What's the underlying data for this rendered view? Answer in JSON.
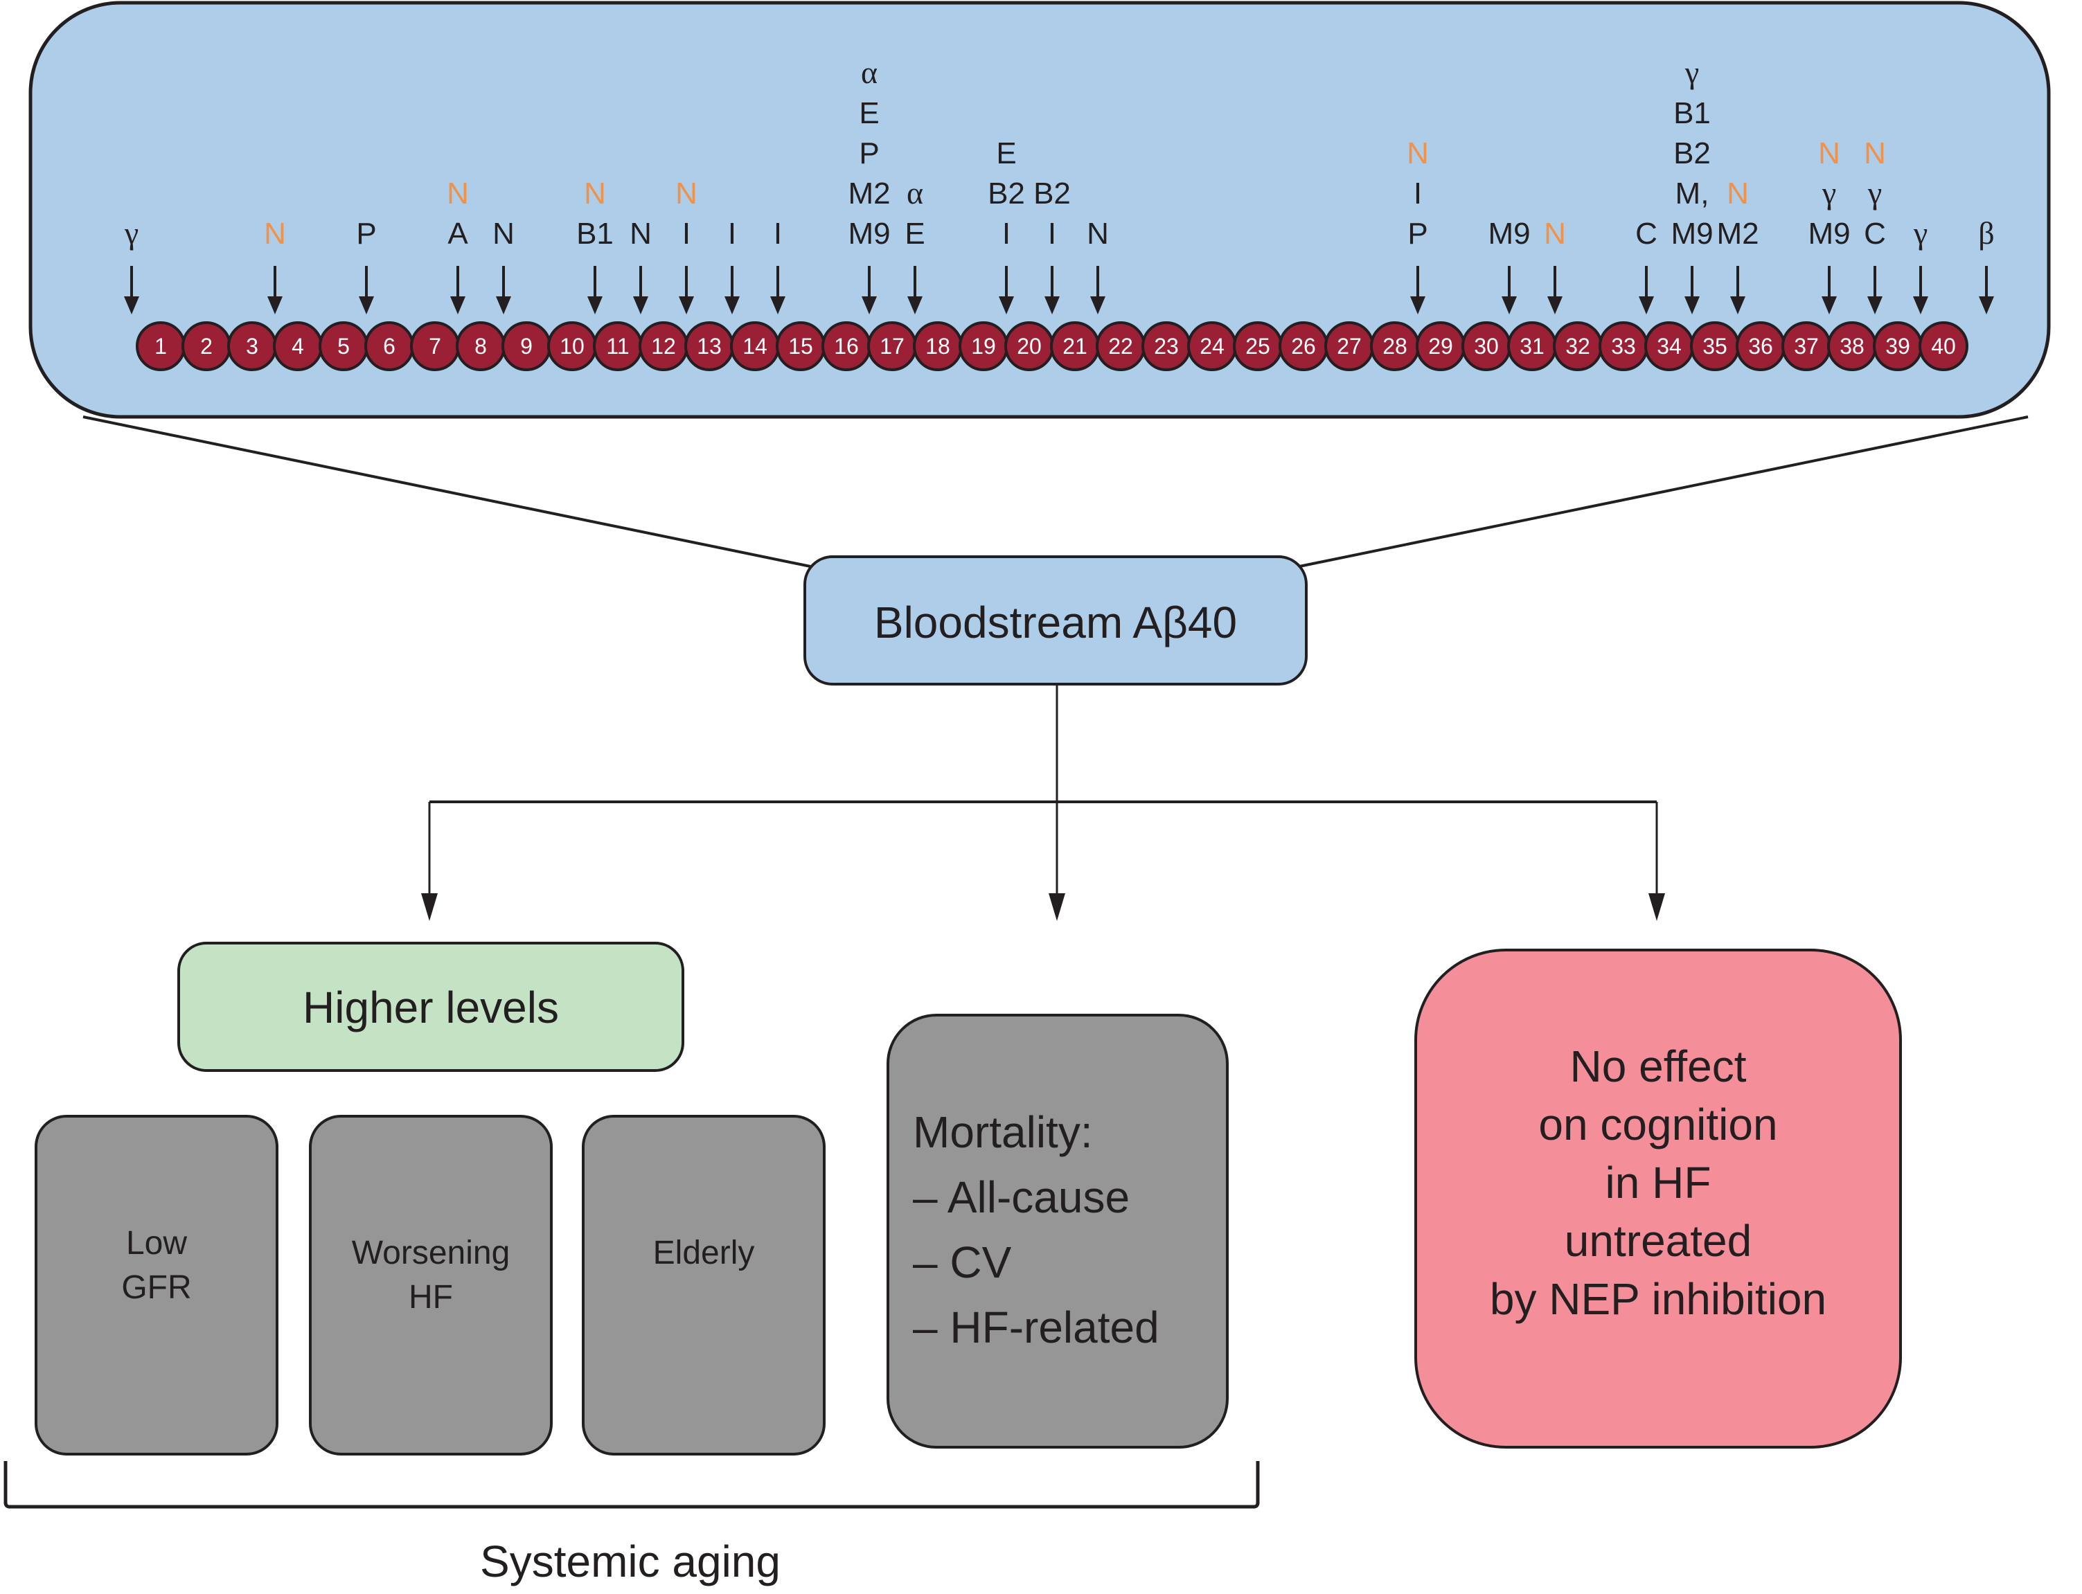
{
  "colors": {
    "panel_fill": "#aecde9",
    "residue_fill": "#9b1f35",
    "protease_orange": "#f0924a",
    "higher_levels_fill": "#c4e2c4",
    "grey_box_fill": "#969696",
    "no_effect_fill": "#f48f99"
  },
  "peptide": {
    "residue_count": 40,
    "residues": [
      "1",
      "2",
      "3",
      "4",
      "5",
      "6",
      "7",
      "8",
      "9",
      "10",
      "11",
      "12",
      "13",
      "14",
      "15",
      "16",
      "17",
      "18",
      "19",
      "20",
      "21",
      "22",
      "23",
      "24",
      "25",
      "26",
      "27",
      "28",
      "29",
      "30",
      "31",
      "32",
      "33",
      "34",
      "35",
      "36",
      "37",
      "38",
      "39",
      "40"
    ],
    "cleavage_sites": [
      {
        "after_residue": 0,
        "labels": [
          {
            "t": "γ",
            "c": "black"
          }
        ]
      },
      {
        "after_residue": 3,
        "labels": [
          {
            "t": "N",
            "c": "orange"
          }
        ]
      },
      {
        "after_residue": 5,
        "labels": [
          {
            "t": "P",
            "c": "black"
          }
        ]
      },
      {
        "after_residue": 7,
        "labels": [
          {
            "t": "N",
            "c": "orange"
          },
          {
            "t": "A",
            "c": "black"
          }
        ]
      },
      {
        "after_residue": 8,
        "labels": [
          {
            "t": "N",
            "c": "black"
          }
        ]
      },
      {
        "after_residue": 10,
        "labels": [
          {
            "t": "N",
            "c": "orange"
          },
          {
            "t": "B1",
            "c": "black"
          }
        ]
      },
      {
        "after_residue": 11,
        "labels": [
          {
            "t": "N",
            "c": "black"
          }
        ]
      },
      {
        "after_residue": 12,
        "labels": [
          {
            "t": "N",
            "c": "orange"
          },
          {
            "t": "I",
            "c": "black"
          }
        ]
      },
      {
        "after_residue": 13,
        "labels": [
          {
            "t": "I",
            "c": "black"
          }
        ]
      },
      {
        "after_residue": 14,
        "labels": [
          {
            "t": "I",
            "c": "black"
          }
        ]
      },
      {
        "after_residue": 16,
        "labels": [
          {
            "t": "α",
            "c": "black"
          },
          {
            "t": "E",
            "c": "black"
          },
          {
            "t": "P",
            "c": "black"
          },
          {
            "t": "M2",
            "c": "black"
          },
          {
            "t": "M9",
            "c": "black"
          }
        ]
      },
      {
        "after_residue": 17,
        "labels": [
          {
            "t": "α",
            "c": "black"
          },
          {
            "t": "E",
            "c": "black"
          }
        ]
      },
      {
        "after_residue": 19,
        "labels": [
          {
            "t": "E",
            "c": "black"
          },
          {
            "t": "B2",
            "c": "black"
          },
          {
            "t": "I",
            "c": "black"
          }
        ]
      },
      {
        "after_residue": 20,
        "labels": [
          {
            "t": "B2",
            "c": "black"
          },
          {
            "t": "I",
            "c": "black"
          }
        ]
      },
      {
        "after_residue": 21,
        "labels": [
          {
            "t": "N",
            "c": "black"
          }
        ]
      },
      {
        "after_residue": 28,
        "labels": [
          {
            "t": "N",
            "c": "orange"
          },
          {
            "t": "I",
            "c": "black"
          },
          {
            "t": "P",
            "c": "black"
          }
        ]
      },
      {
        "after_residue": 30,
        "labels": [
          {
            "t": "M9",
            "c": "black"
          }
        ]
      },
      {
        "after_residue": 31,
        "labels": [
          {
            "t": "N",
            "c": "orange"
          }
        ]
      },
      {
        "after_residue": 33,
        "labels": [
          {
            "t": "C",
            "c": "black"
          }
        ]
      },
      {
        "after_residue": 34,
        "labels": [
          {
            "t": "γ",
            "c": "black"
          },
          {
            "t": "B1",
            "c": "black"
          },
          {
            "t": "B2",
            "c": "black"
          },
          {
            "t": "M,",
            "c": "black"
          },
          {
            "t": "M9",
            "c": "black"
          }
        ]
      },
      {
        "after_residue": 35,
        "labels": [
          {
            "t": "N",
            "c": "orange"
          },
          {
            "t": "M2",
            "c": "black"
          }
        ]
      },
      {
        "after_residue": 37,
        "labels": [
          {
            "t": "N",
            "c": "orange"
          },
          {
            "t": "γ",
            "c": "black"
          },
          {
            "t": "M9",
            "c": "black"
          }
        ]
      },
      {
        "after_residue": 38,
        "labels": [
          {
            "t": "N",
            "c": "orange"
          },
          {
            "t": "γ",
            "c": "black"
          },
          {
            "t": "C",
            "c": "black"
          }
        ]
      },
      {
        "after_residue": 39,
        "labels": [
          {
            "t": "γ",
            "c": "black"
          }
        ]
      },
      {
        "after_residue": 40,
        "labels": [
          {
            "t": "β",
            "c": "black"
          }
        ]
      }
    ]
  },
  "bloodstream_box": {
    "label": "Bloodstream Aβ40"
  },
  "higher_levels_box": {
    "label": "Higher levels"
  },
  "condition_boxes": [
    {
      "lines": [
        "Low",
        "GFR"
      ]
    },
    {
      "lines": [
        "Worsening",
        "HF"
      ]
    },
    {
      "lines": [
        "Elderly"
      ]
    }
  ],
  "mortality_box": {
    "lines": [
      "Mortality:",
      "– All-cause",
      "– CV",
      "– HF-related"
    ]
  },
  "no_effect_box": {
    "lines": [
      "No effect",
      "on cognition",
      "in HF",
      "untreated",
      "by NEP inhibition"
    ]
  },
  "bracket_label": "Systemic aging"
}
